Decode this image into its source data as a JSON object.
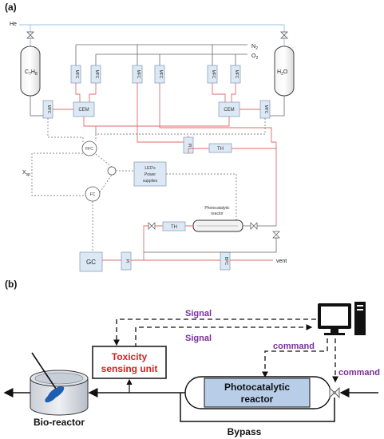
{
  "panel_a": {
    "label": "(a)",
    "gases": {
      "he": "He",
      "n2": "N",
      "n2_sub": "2",
      "o2": "O",
      "o2_sub": "2"
    },
    "tanks": {
      "left": "C",
      "left_sub1": "7",
      "left_mid": "H",
      "left_sub2": "8",
      "right": "H",
      "right_sub": "2",
      "right_tail": "O"
    },
    "mfc": "MFC",
    "cem": "CEM",
    "ffc": "FFC",
    "fc": "FC",
    "xsp": "X",
    "xsp_sub": "sp",
    "power_supply": [
      "LED's",
      "Power",
      "supplies"
    ],
    "pi": "PI",
    "th": "TH",
    "reactor": [
      "Photocatalytic",
      "reactor"
    ],
    "gc": "GC",
    "bpc": "BPC",
    "vent": "vent"
  },
  "panel_b": {
    "label": "(b)",
    "signal_top": "Signal",
    "signal_mid": "Signal",
    "command_top": "command",
    "command_right": "command",
    "toxicity": [
      "Toxicity",
      "sensing unit"
    ],
    "photo_reactor": [
      "Photocatalytic",
      "reactor"
    ],
    "bioreactor": "Bio-reactor",
    "bypass": "Bypass"
  },
  "colors": {
    "gas_line": "#e06a6a",
    "blue_line": "#9cc3e0",
    "box_fill": "#dce8f4",
    "box_stroke": "#7f97b2",
    "signal_text": "#7a2e9c",
    "toxicity_text": "#d62020",
    "reactor_fill": "#b7cde8"
  }
}
